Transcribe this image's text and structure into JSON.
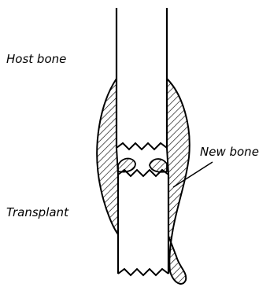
{
  "labels": {
    "host_bone": "Host bone",
    "new_bone": "New bone",
    "transplant": "Transplant"
  },
  "colors": {
    "ink": "#000000",
    "background": "#ffffff"
  }
}
